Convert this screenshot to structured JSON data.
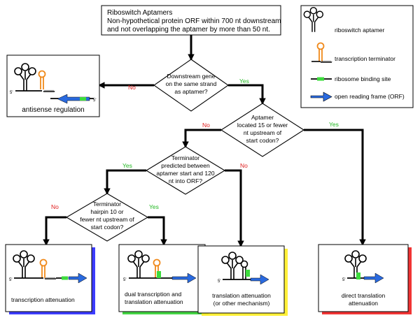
{
  "top_box": {
    "line1": "Riboswitch   Aptamers",
    "line2": "Non-hypothetical protein ORF within 700 nt downstream",
    "line3": "and not overlapping the aptamer by more than 50 nt."
  },
  "legend": {
    "items": [
      {
        "label": "riboswitch aptamer",
        "icon": "aptamer-icon"
      },
      {
        "label": "transcription terminator",
        "icon": "terminator-icon"
      },
      {
        "label": "ribosome binding site",
        "icon": "rbs-icon"
      },
      {
        "label": "open reading frame (ORF)",
        "icon": "orf-arrow-icon"
      }
    ]
  },
  "decisions": {
    "d1": [
      "Downstream gene",
      "on the same strand",
      "as aptamer?"
    ],
    "d2": [
      "Aptamer",
      "located 15 or fewer",
      "nt upstream of",
      "start codon?"
    ],
    "d3": [
      "Terminator",
      "predicted between",
      "aptamer start and 120",
      "nt into ORF?"
    ],
    "d4": [
      "Terminator",
      "hairpin 10 or",
      "fewer nt upstream of",
      "start codon?"
    ]
  },
  "answers": {
    "yes": "Yes",
    "no": "No"
  },
  "outcomes": {
    "antisense": {
      "label": "antisense regulation",
      "five_prime": "5'",
      "five_prime_end": "5'"
    },
    "transcription": {
      "lines": [
        "transcription attenuation"
      ],
      "five_prime": "5'",
      "shadow": "#1a1aff"
    },
    "dual": {
      "lines": [
        "dual transcription and",
        "translation attenuation"
      ],
      "five_prime": "5'",
      "shadow": "#22cc22"
    },
    "translation": {
      "lines": [
        "translation attenuation",
        "(or other mechanism)"
      ],
      "five_prime": "5'",
      "shadow": "#ffee22"
    },
    "direct": {
      "lines": [
        "direct translation",
        "attenuation"
      ],
      "five_prime": "5'",
      "shadow": "#ee1111"
    }
  },
  "colors": {
    "terminator": "#f08a1c",
    "rbs": "#3ddc3d",
    "orf": "#2a6adf",
    "yes": "#22b822",
    "no": "#e02020"
  }
}
